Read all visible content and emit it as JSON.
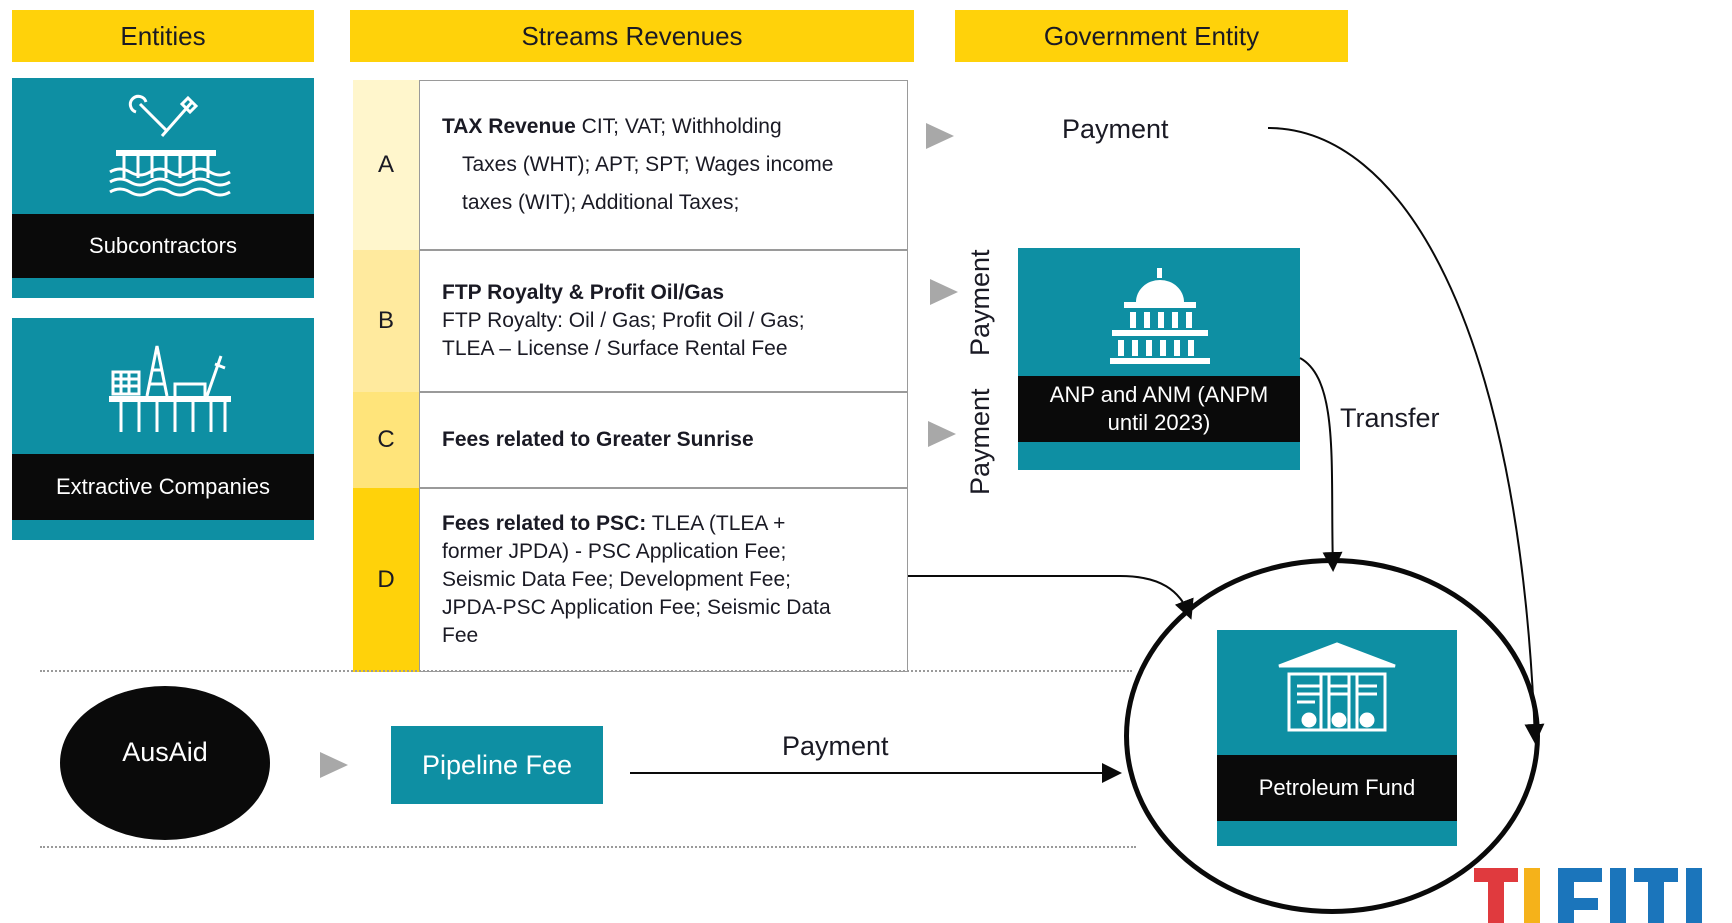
{
  "headers": {
    "entities": "Entities",
    "streams": "Streams Revenues",
    "government": "Government Entity"
  },
  "entities": {
    "subcontractors": "Subcontractors",
    "extractive": "Extractive Companies"
  },
  "streams": [
    {
      "letter": "A",
      "bold": "TAX Revenue",
      "text": " CIT; VAT; Withholding",
      "line2": "Taxes (WHT); APT; SPT; Wages income",
      "line3": "taxes (WIT); Additional Taxes;"
    },
    {
      "letter": "B",
      "bold": "FTP Royalty & Profit Oil/Gas",
      "line2": "FTP Royalty: Oil / Gas; Profit Oil / Gas;",
      "line3": "TLEA – License / Surface Rental Fee"
    },
    {
      "letter": "C",
      "bold": "Fees related to Greater Sunrise"
    },
    {
      "letter": "D",
      "bold": "Fees related to PSC:",
      "text": " TLEA (TLEA +",
      "line2": "former JPDA) - PSC Application Fee;",
      "line3": "Seismic Data Fee; Development Fee;",
      "line4": "JPDA-PSC Application Fee; Seismic Data",
      "line5": "Fee"
    }
  ],
  "flows": {
    "payment_top": "Payment",
    "payment_v1": "Payment",
    "payment_v2": "Payment",
    "transfer": "Transfer",
    "payment_bottom": "Payment"
  },
  "government": {
    "anp_line1": "ANP and ANM (ANPM",
    "anp_line2": "until 2023)",
    "fund": "Petroleum Fund"
  },
  "bottom": {
    "ausaid": "AusAid",
    "pipeline": "Pipeline Fee"
  },
  "logo": {
    "text": "TLEITI",
    "colors": [
      "#E03A3E",
      "#F5B21A",
      "#1B75BB",
      "#1B75BB",
      "#1B75BB"
    ]
  },
  "colors": {
    "yellow": "#FFD20A",
    "teal": "#0E8FA3",
    "black": "#0a0a0a"
  }
}
